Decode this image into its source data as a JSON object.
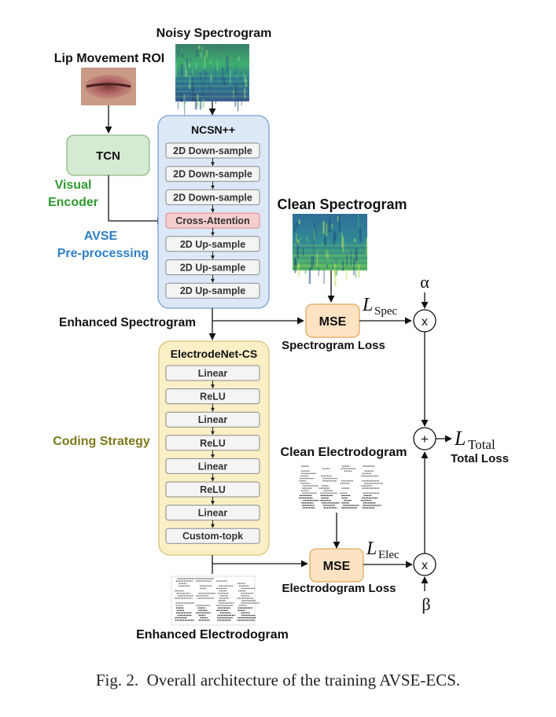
{
  "labels": {
    "noisy_spectrogram": "Noisy Spectrogram",
    "lip_roi": "Lip Movement ROI",
    "tcn": "TCN",
    "visual_encoder_line1": "Visual",
    "visual_encoder_line2": "Encoder",
    "avse_line1": "AVSE",
    "avse_line2": "Pre-processing",
    "ncsn_title": "NCSN++",
    "clean_spectrogram": "Clean Spectrogram",
    "enhanced_spectrogram": "Enhanced Spectrogram",
    "mse_spec": "MSE",
    "spectrogram_loss": "Spectrogram Loss",
    "electrodenet_title": "ElectrodeNet-CS",
    "coding_strategy": "Coding Strategy",
    "clean_electrodogram": "Clean Electrodogram",
    "mse_elec": "MSE",
    "electrodogram_loss": "Electrodogram Loss",
    "enhanced_electrodogram": "Enhanced Electrodogram",
    "alpha": "α",
    "beta": "β",
    "multiply": "x",
    "plus": "+",
    "loss_spec_L": "L",
    "loss_spec_sub": "Spec",
    "loss_elec_L": "L",
    "loss_elec_sub": "Elec",
    "loss_total_L": "L",
    "loss_total_sub": "Total",
    "total_loss": "Total Loss"
  },
  "ncsn_blocks": [
    "2D Down-sample",
    "2D Down-sample",
    "2D Down-sample",
    "Cross-Attention",
    "2D Up-sample",
    "2D Up-sample",
    "2D Up-sample"
  ],
  "electrodenet_blocks": [
    "Linear",
    "ReLU",
    "Linear",
    "ReLU",
    "Linear",
    "ReLU",
    "Linear",
    "Custom-topk"
  ],
  "caption": {
    "label": "Fig. 2.",
    "text": "Overall architecture of the training AVSE-ECS."
  },
  "colors": {
    "ncsn_fill": "#dce8f7",
    "ncsn_stroke": "#7d9fd0",
    "electrodenet_fill": "#fbefc6",
    "electrodenet_stroke": "#d8c27a",
    "tcn_fill": "#d5ead2",
    "tcn_stroke": "#8dbb86",
    "mse_fill": "#fde3c2",
    "mse_stroke": "#e0a860",
    "cross_attention_fill": "#f6cdcd",
    "cross_attention_stroke": "#d98a8a",
    "visual_encoder_text": "#2e9a2e",
    "avse_text": "#2f7fc6",
    "coding_strategy_text": "#7b7a1a"
  }
}
